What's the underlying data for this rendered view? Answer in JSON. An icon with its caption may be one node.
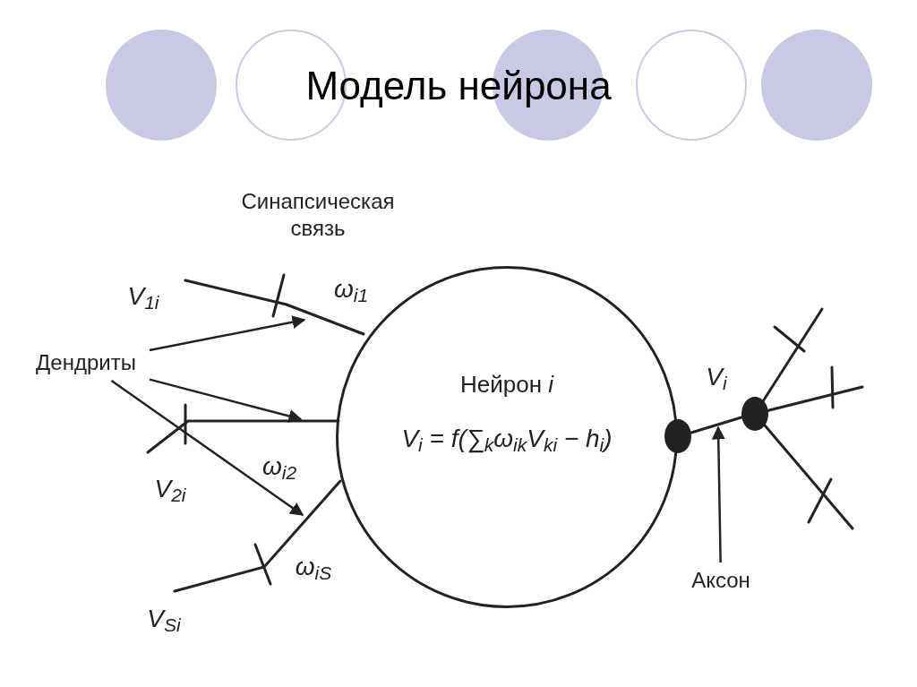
{
  "diagram": {
    "title": "Модель нейрона",
    "nodes": [
      {
        "text": [
          "Нейрон *i*",
          "V$_{i}$ = f(∑$_{k}$ω$_{ik}$V$_{ki}$ − h$_{i}$)"
        ]
      },
      {
        "text": [
          "Дендриты"
        ]
      },
      {
        "text": [
          "Аксон"
        ]
      },
      {
        "text": [],
        "shape": "line"
      },
      {
        "text": [],
        "shape": "line"
      },
      {
        "text": [],
        "shape": "line"
      },
      {
        "text": [],
        "shape": "line"
      }
    ],
    "edges": [
      {
        "from": 1,
        "to": 3,
        "arrow": "to"
      },
      {
        "from": 1,
        "to": 4,
        "arrow": "to"
      },
      {
        "from": 1,
        "to": 5,
        "arrow": "to"
      },
      {
        "from": 2,
        "to": 6,
        "arrow": "to"
      }
    ],
    "labels": [
      "Синапсическая связь",
      "V$_{1i}$",
      "ω$_{i1}$",
      "V$_{2i}$",
      "ω$_{i2}$",
      "V$_{Si}$",
      "ω$_{iS}$",
      "V$_{i}$"
    ]
  }
}
